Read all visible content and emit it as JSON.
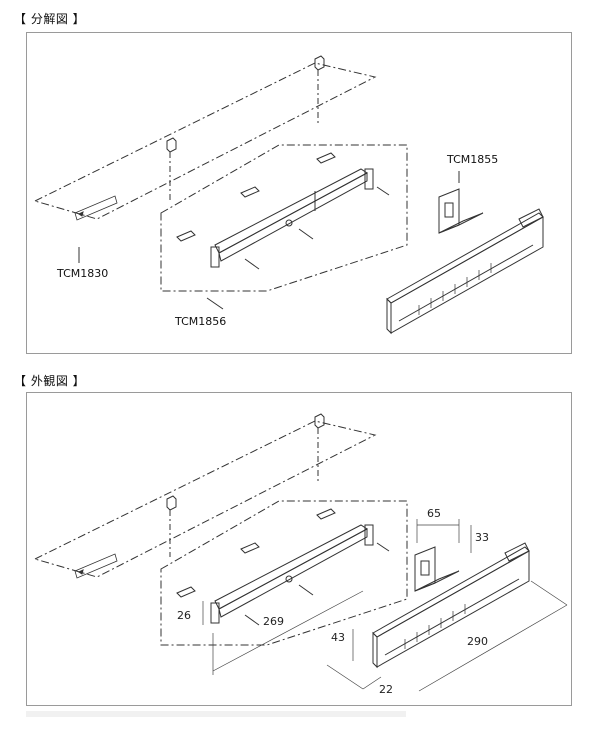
{
  "sections": {
    "exploded": {
      "title": "【 分解図 】"
    },
    "exterior": {
      "title": "【 外観図 】"
    }
  },
  "parts": {
    "tcm1830": "TCM1830",
    "tcm1856": "TCM1856",
    "tcm1855": "TCM1855"
  },
  "dimensions": {
    "d65": "65",
    "d33": "33",
    "d26": "26",
    "d269": "269",
    "d43": "43",
    "d290": "290",
    "d22": "22"
  },
  "colors": {
    "line": "#333333",
    "frame": "#9a9a9a"
  }
}
